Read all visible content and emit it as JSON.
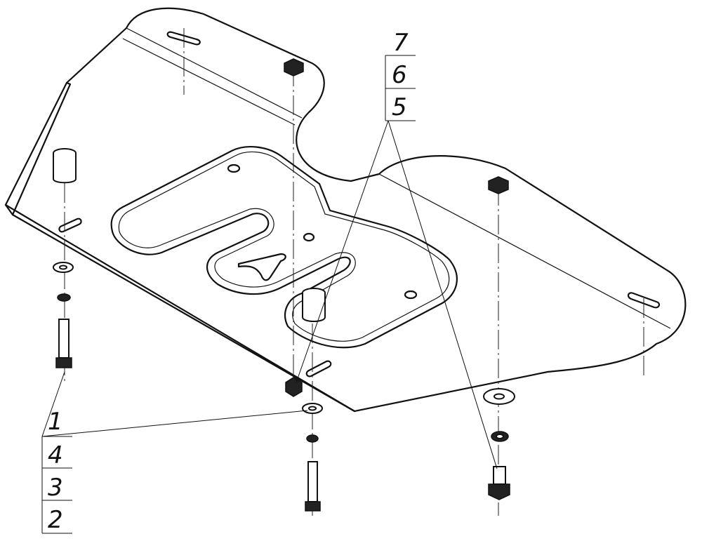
{
  "callouts": {
    "left_stack": [
      "1",
      "4",
      "3",
      "2"
    ],
    "right_stack": [
      "7",
      "6",
      "5"
    ]
  },
  "colors": {
    "line": "#111111",
    "background": "#ffffff"
  }
}
